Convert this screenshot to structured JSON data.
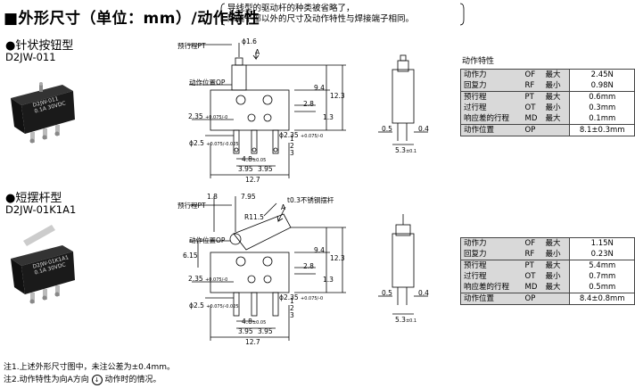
{
  "header": {
    "title": "■外形尺寸（单位：mm）/动作特性",
    "note_line1": "导线型的驱动杆的种类被省略了，",
    "note_line2": "除端子部以外的尺寸及动作特性与焊接端子相同。"
  },
  "sections": [
    {
      "title": "●针状按钮型",
      "model": "D2JW-011",
      "product_print": [
        "D2JW-011",
        "0.1A 30VDC"
      ],
      "labels": {
        "pretravel": "预行程PT",
        "operating_position": "动作位置OP"
      },
      "dims": {
        "top_dia": "ϕ1.6",
        "a_mark": "A",
        "d9_4": "9.4",
        "d12_3": "12.3",
        "d2_8": "2.8",
        "d1_3": "1.3",
        "d2_35_left": "2.35",
        "d2_35_left_tol": "+0.075/-0",
        "d2_35_right": "ϕ2.35",
        "d2_35_right_tol": "+0.075/-0",
        "d2_5": "ϕ2.5",
        "d2_5_tol": "+0.075/-0.025",
        "t1": "1",
        "t2": "2",
        "t3": "3",
        "d4_8": "4.8",
        "d4_8_tol": "±0.05",
        "d3_95a": "3.95",
        "d3_95b": "3.95",
        "d12_7": "12.7",
        "side_0_5": "0.5",
        "side_0_4": "0.4",
        "side_5_3": "5.3",
        "side_5_3_tol": "±0.1"
      },
      "specs_caption": "动作特性",
      "specs": [
        {
          "name": "动作力",
          "sym": "OF",
          "mm": "最大",
          "val": "2.45N"
        },
        {
          "name": "回复力",
          "sym": "RF",
          "mm": "最小",
          "val": "0.98N"
        },
        {
          "name": "预行程",
          "sym": "PT",
          "mm": "最大",
          "val": "0.6mm"
        },
        {
          "name": "过行程",
          "sym": "OT",
          "mm": "最小",
          "val": "0.3mm"
        },
        {
          "name": "响应差的行程",
          "sym": "MD",
          "mm": "最大",
          "val": "0.1mm"
        },
        {
          "name": "动作位置",
          "sym": "OP",
          "mm": "",
          "val": "8.1±0.3mm"
        }
      ]
    },
    {
      "title": "●短摆杆型",
      "model": "D2JW-01K1A1",
      "product_print": [
        "D2JW-01K1A1",
        "0.1A 30VDC"
      ],
      "labels": {
        "pretravel": "预行程PT",
        "operating_position": "动作位置OP",
        "lever_note": "t0.3不锈钢摆杆"
      },
      "dims": {
        "d1_8": "1.8",
        "d7_95": "7.95",
        "r11_5": "R11.5",
        "a_mark": "A",
        "d6_15": "6.15",
        "d9_4": "9.4",
        "d12_3": "12.3",
        "d2_8": "2.8",
        "d1_3": "1.3",
        "d2_35_left": "2.35",
        "d2_35_left_tol": "+0.075/-0",
        "d2_35_right": "ϕ2.35",
        "d2_35_right_tol": "+0.075/-0",
        "d2_5": "ϕ2.5",
        "d2_5_tol": "+0.075/-0.025",
        "t1": "1",
        "t2": "2",
        "t3": "3",
        "d4_8": "4.8",
        "d4_8_tol": "±0.05",
        "d3_95a": "3.95",
        "d3_95b": "3.95",
        "d12_7": "12.7",
        "side_0_5": "0.5",
        "side_0_4": "0.4",
        "side_5_3": "5.3",
        "side_5_3_tol": "±0.1"
      },
      "specs": [
        {
          "name": "动作力",
          "sym": "OF",
          "mm": "最大",
          "val": "1.15N"
        },
        {
          "name": "回复力",
          "sym": "RF",
          "mm": "最小",
          "val": "0.23N"
        },
        {
          "name": "预行程",
          "sym": "PT",
          "mm": "最大",
          "val": "5.4mm"
        },
        {
          "name": "过行程",
          "sym": "OT",
          "mm": "最小",
          "val": "0.7mm"
        },
        {
          "name": "响应差的行程",
          "sym": "MD",
          "mm": "最大",
          "val": "0.5mm"
        },
        {
          "name": "动作位置",
          "sym": "OP",
          "mm": "",
          "val": "8.4±0.8mm"
        }
      ]
    }
  ],
  "footnotes": {
    "n1": "注1.上述外形尺寸图中，未注公差为±0.4mm。",
    "n2": "注2.动作特性为向A方向",
    "n2b": "动作时的情况。"
  }
}
